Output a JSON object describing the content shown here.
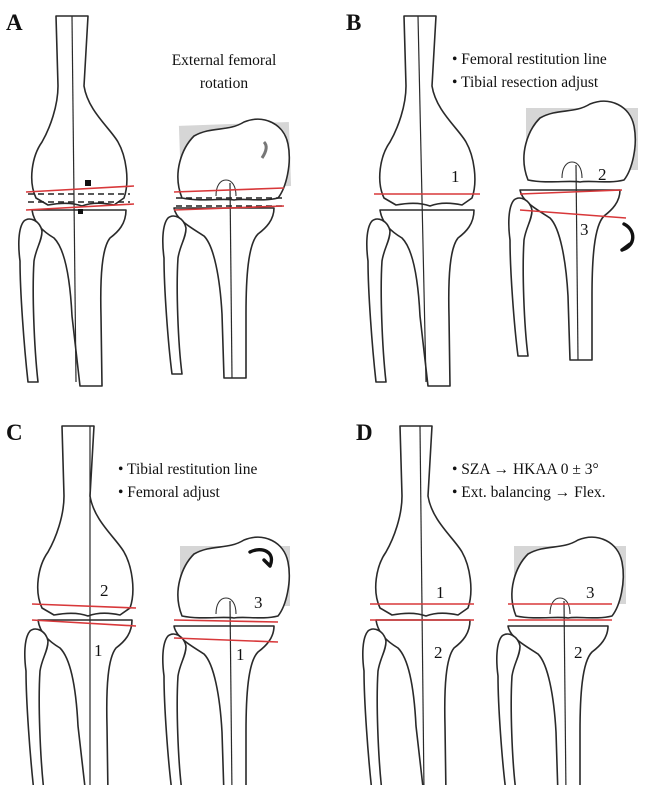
{
  "panels": {
    "A": {
      "letter": "A",
      "note_line1": "External femoral",
      "note_line2": "rotation"
    },
    "B": {
      "letter": "B",
      "bullet1": "• Femoral restitution line",
      "bullet2": "• Tibial resection adjust",
      "num_left_femur": "1",
      "num_right_femur": "2",
      "num_right_tibia": "3"
    },
    "C": {
      "letter": "C",
      "bullet1": "• Tibial restitution line",
      "bullet2": "• Femoral adjust",
      "num_left_femur": "2",
      "num_left_tibia": "1",
      "num_right_femur": "3",
      "num_right_tibia": "1"
    },
    "D": {
      "letter": "D",
      "bullet1": "• SZA → HKAA 0 ± 3°",
      "bullet2": "• Ext. balancing → Flex.",
      "num_left_femur": "1",
      "num_left_tibia": "2",
      "num_right_femur": "3",
      "num_right_tibia": "2"
    }
  },
  "colors": {
    "resection_line": "#d8383a",
    "rotation_shade": "#d6d6d6",
    "outline": "#2a2a2a"
  }
}
